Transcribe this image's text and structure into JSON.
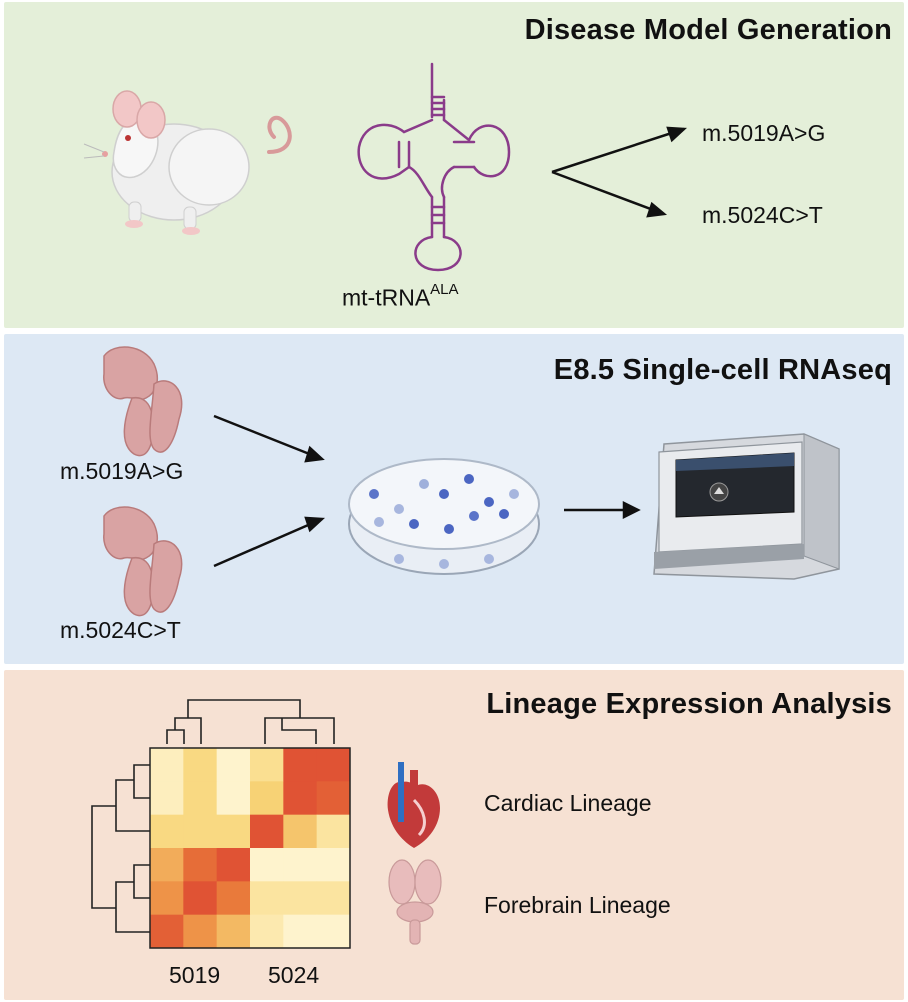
{
  "panels": {
    "disease_model": {
      "title": "Disease Model Generation",
      "trna_label_main": "mt-tRNA",
      "trna_label_sup": "ALA",
      "mutation_a": "m.5019A>G",
      "mutation_b": "m.5024C>T"
    },
    "scrnaseq": {
      "title": "E8.5 Single-cell RNAseq",
      "embryo_a_label": "m.5019A>G",
      "embryo_b_label": "m.5024C>T"
    },
    "lineage": {
      "title": "Lineage Expression Analysis",
      "heatmap_col_label_left": "5019",
      "heatmap_col_label_right": "5024",
      "lineage_cardiac": "Cardiac Lineage",
      "lineage_forebrain": "Forebrain Lineage"
    }
  },
  "colors": {
    "panel_green": "#e4efd9",
    "panel_blue": "#dde8f4",
    "panel_peach": "#f6e1d3",
    "trna": "#8a3b8a"
  },
  "heatmap": {
    "rows": 6,
    "cols": 6,
    "values": [
      [
        0.1,
        0.3,
        0.05,
        0.25,
        0.85,
        0.85
      ],
      [
        0.1,
        0.3,
        0.05,
        0.35,
        0.85,
        0.8
      ],
      [
        0.3,
        0.3,
        0.3,
        0.85,
        0.4,
        0.2
      ],
      [
        0.5,
        0.75,
        0.85,
        0.05,
        0.05,
        0.05
      ],
      [
        0.6,
        0.85,
        0.7,
        0.2,
        0.2,
        0.2
      ],
      [
        0.8,
        0.6,
        0.45,
        0.15,
        0.05,
        0.05
      ]
    ]
  }
}
